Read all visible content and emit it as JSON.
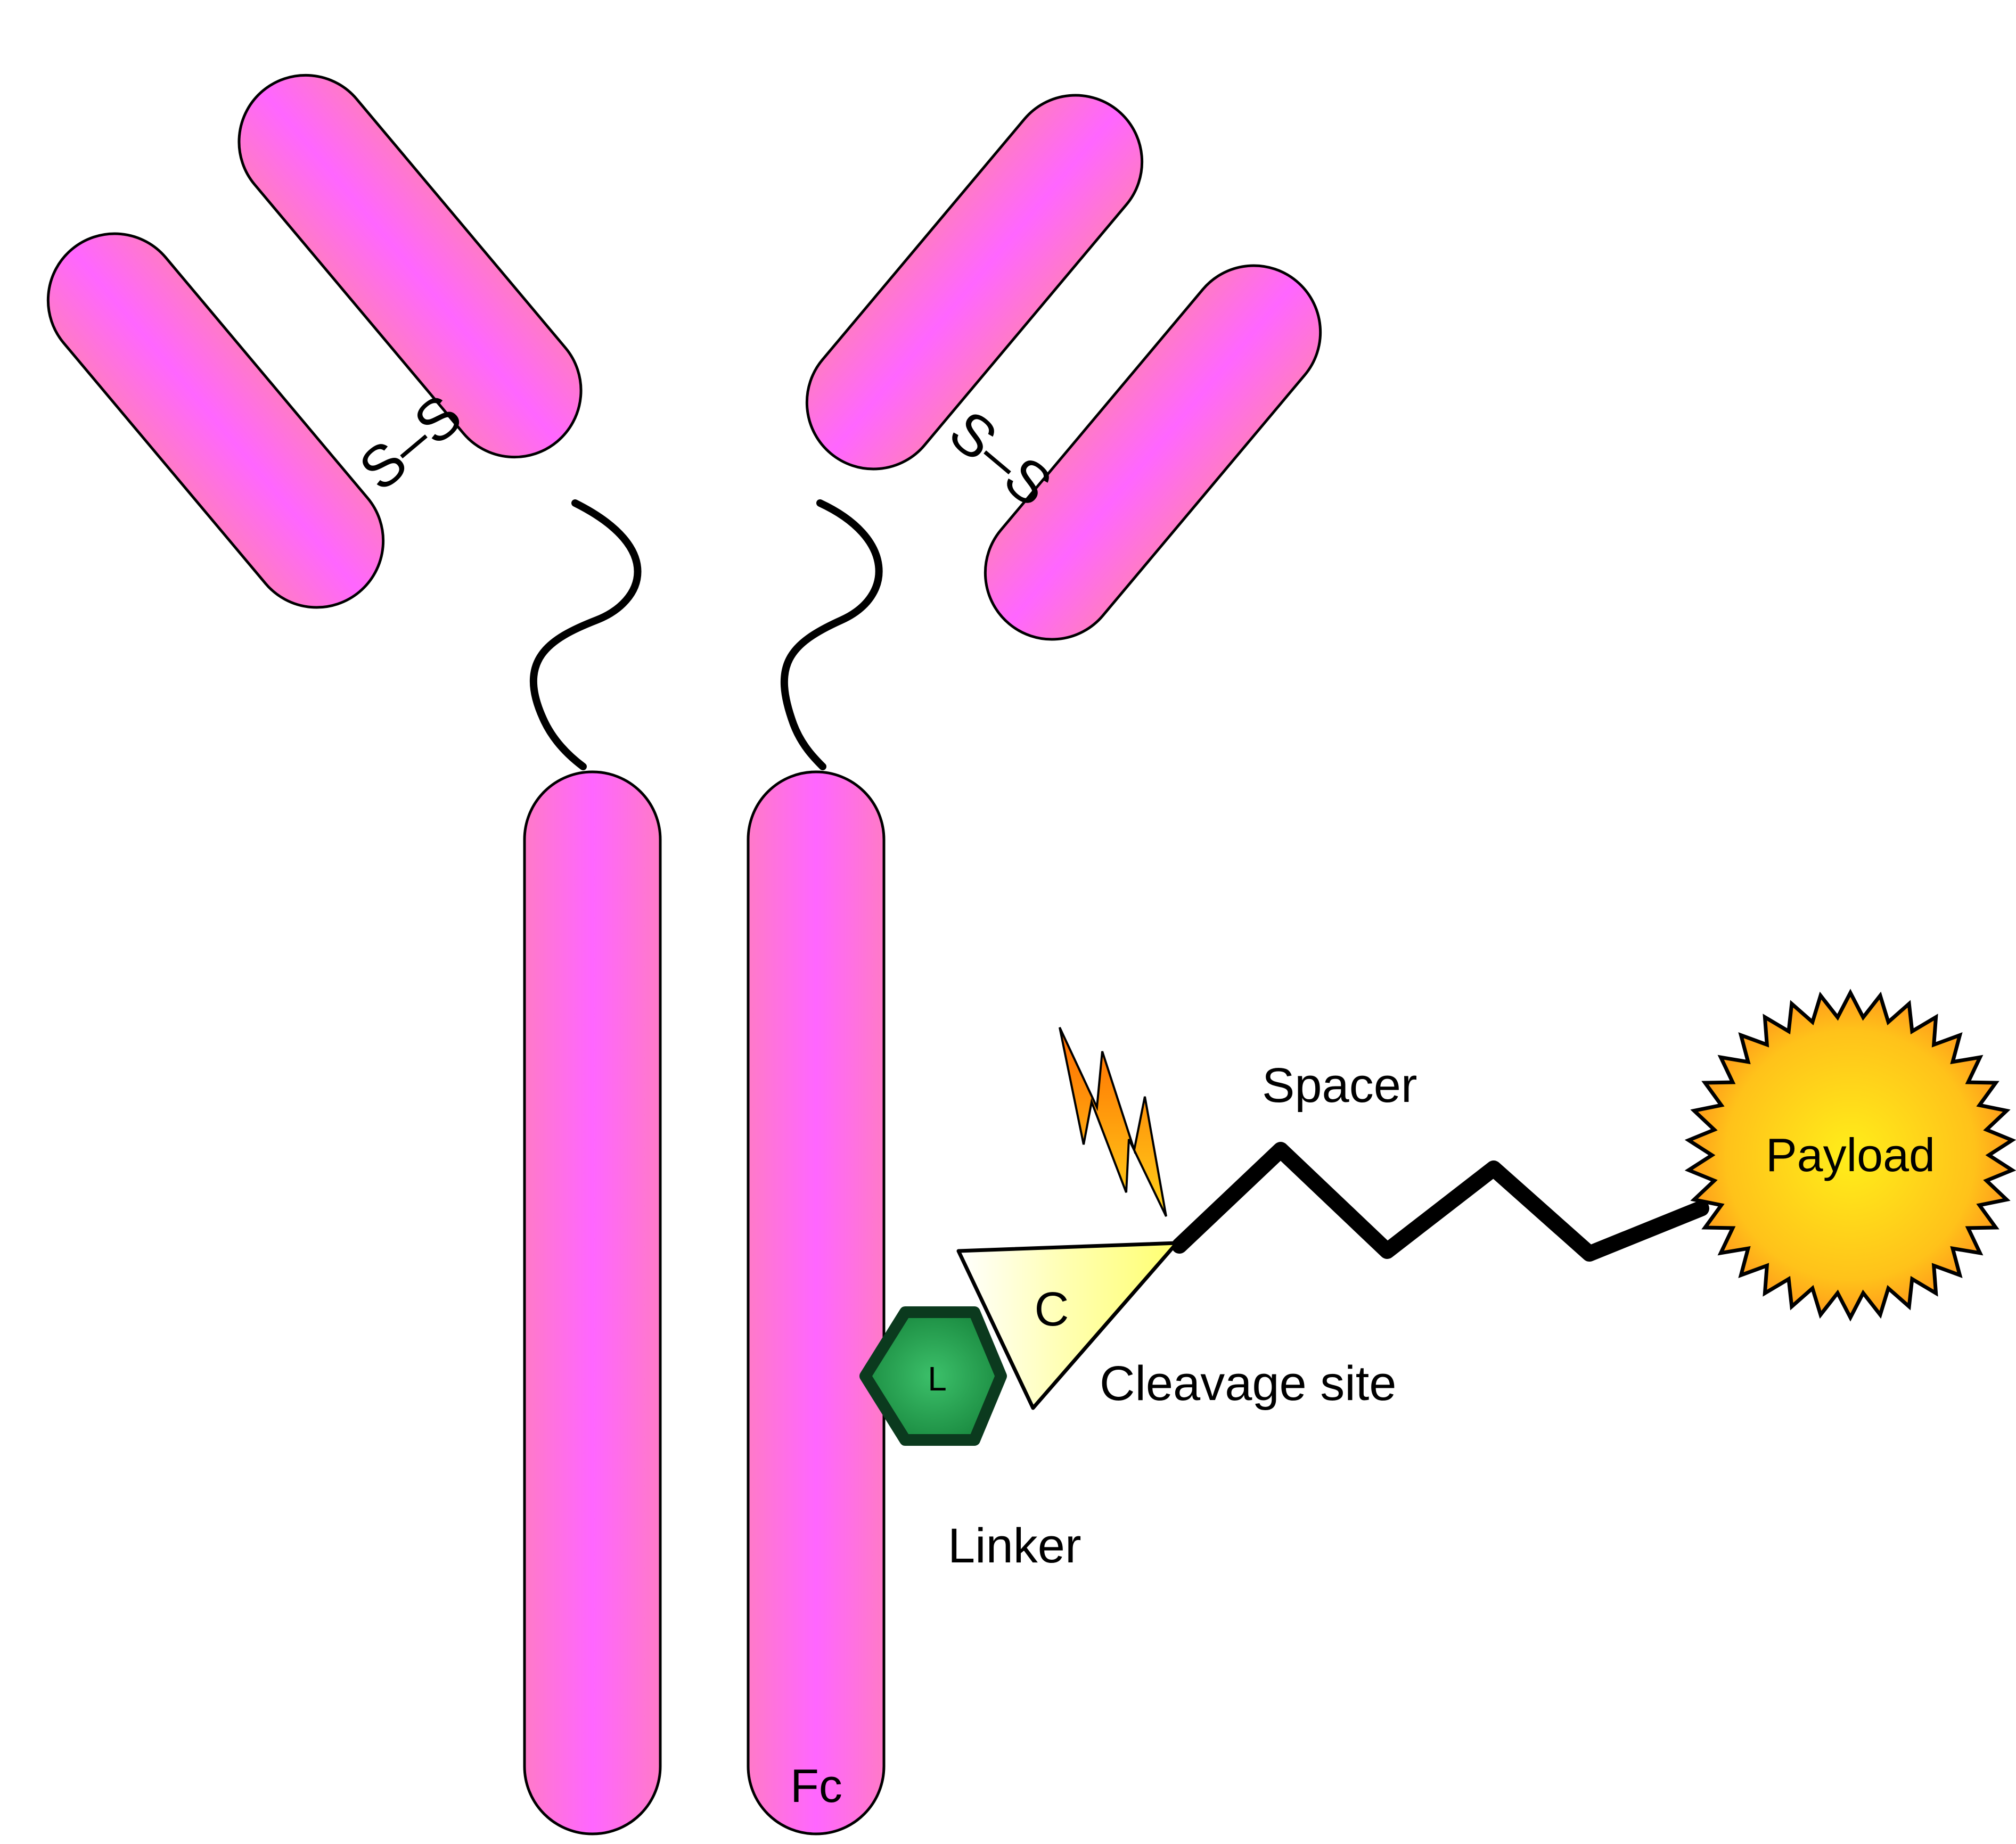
{
  "labels": {
    "fc": "Fc",
    "disulfide_left": "S–S",
    "disulfide_right": "S–S",
    "linker_symbol": "L",
    "cleavage_symbol": "C",
    "linker": "Linker",
    "cleavage_site": "Cleavage site",
    "spacer": "Spacer",
    "payload": "Payload"
  },
  "colors": {
    "antibody_chain": "#ff66ee",
    "antibody_chain_edge": "#ff7ac8",
    "outline": "#000000",
    "linker_fill": "#1f9e4c",
    "linker_highlight": "#3cc06a",
    "cleavage_fill": "#ffff9a",
    "payload_center": "#ffe81a",
    "payload_edge": "#ff9a1a",
    "lightning_top": "#ff7a00",
    "lightning_bottom": "#ffd21a"
  },
  "icons": {
    "cleavage_trigger": "lightning-bolt-icon",
    "linker": "hexagon-icon",
    "cleavage_site": "triangle-icon",
    "payload": "starburst-icon"
  }
}
